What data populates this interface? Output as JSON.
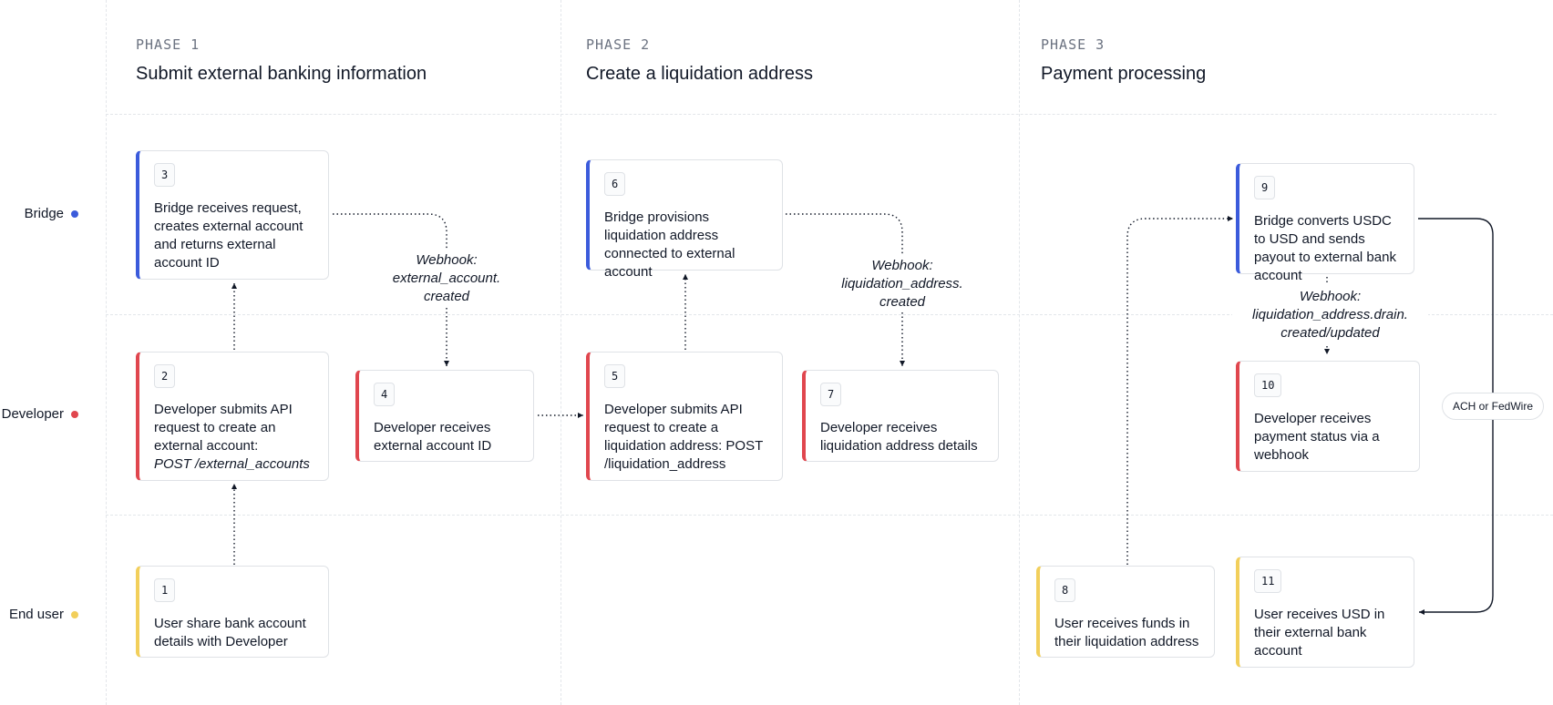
{
  "colors": {
    "bridge": "#3b5bdb",
    "developer": "#e0464e",
    "end_user": "#f2cf5b"
  },
  "lanes": {
    "bridge": "Bridge",
    "developer": "Developer",
    "end_user": "End user"
  },
  "phases": [
    {
      "label": "PHASE 1",
      "title": "Submit external banking information"
    },
    {
      "label": "PHASE 2",
      "title": "Create a liquidation address"
    },
    {
      "label": "PHASE 3",
      "title": "Payment processing"
    }
  ],
  "steps": {
    "s1": {
      "num": "1",
      "text": "User share bank account details with Developer"
    },
    "s2": {
      "num": "2",
      "text": "Developer submits API request to create an external account:",
      "code": "POST /external_accounts"
    },
    "s3": {
      "num": "3",
      "text": "Bridge receives request, creates external account and returns external account ID"
    },
    "s4": {
      "num": "4",
      "text": "Developer receives external account ID"
    },
    "s5": {
      "num": "5",
      "text": "Developer submits API request to create a liquidation address: POST /liquidation_address"
    },
    "s6": {
      "num": "6",
      "text": "Bridge provisions liquidation address connected to external account"
    },
    "s7": {
      "num": "7",
      "text": "Developer receives liquidation address details"
    },
    "s8": {
      "num": "8",
      "text": "User receives funds in their liquidation address"
    },
    "s9": {
      "num": "9",
      "text": "Bridge converts USDC to USD and sends payout to external bank account"
    },
    "s10": {
      "num": "10",
      "text": "Developer receives payment status via a webhook"
    },
    "s11": {
      "num": "11",
      "text": "User receives USD in their external bank account"
    }
  },
  "webhooks": {
    "w1": {
      "line1": "Webhook:",
      "line2": "external_account.",
      "line3": "created"
    },
    "w2": {
      "line1": "Webhook:",
      "line2": "liquidation_address.",
      "line3": "created"
    },
    "w3": {
      "line1": "Webhook:",
      "line2": "liquidation_address.drain.",
      "line3": "created/updated"
    }
  },
  "pill": "ACH or FedWire"
}
